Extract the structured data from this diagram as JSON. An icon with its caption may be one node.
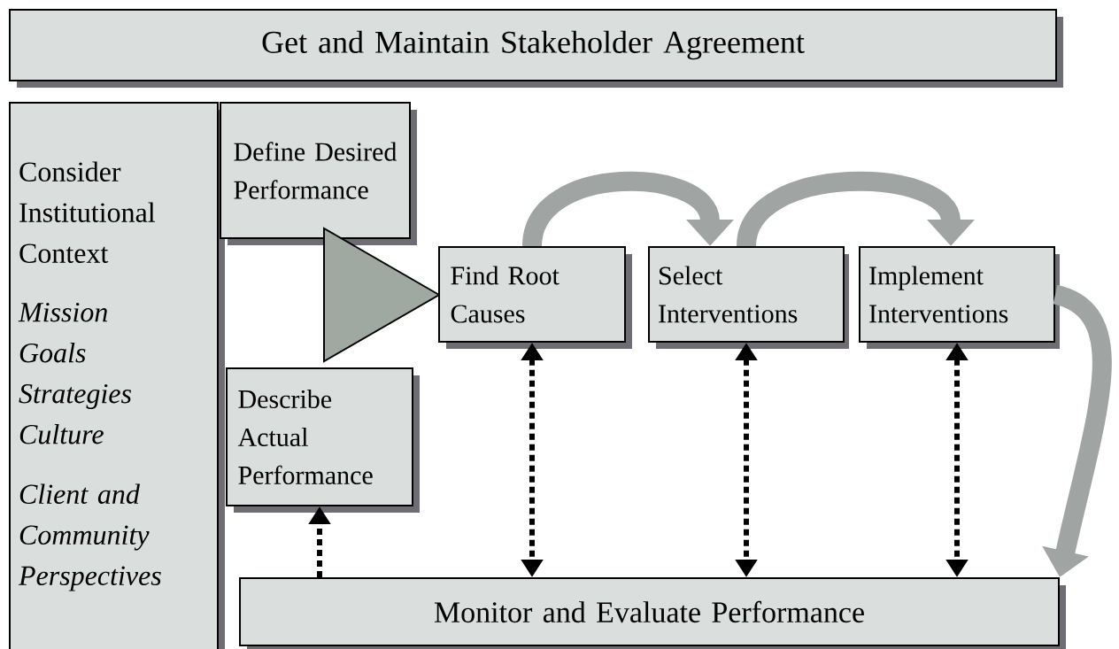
{
  "diagram": {
    "nodes": [
      {
        "text": [
          "Get and Maintain Stakeholder Agreement"
        ]
      },
      {
        "text": [
          "Consider Institutional Context",
          "Mission Goals Strategies Culture",
          "Client and Community Perspectives"
        ]
      },
      {
        "text": [
          "Define Desired Performance"
        ]
      },
      {
        "text": [
          "Describe Actual Performance"
        ]
      },
      {
        "text": [],
        "shape": "triangle"
      },
      {
        "text": [
          "Find Root Causes"
        ]
      },
      {
        "text": [
          "Select Interventions"
        ]
      },
      {
        "text": [
          "Implement Interventions"
        ]
      },
      {
        "text": [
          "Monitor and Evaluate Performance"
        ]
      }
    ],
    "edges": [
      {
        "from": 5,
        "to": 6,
        "arrow": "to",
        "style": "thick",
        "color": "#a0a4a2"
      },
      {
        "from": 6,
        "to": 7,
        "arrow": "to",
        "style": "thick",
        "color": "#a0a4a2"
      },
      {
        "from": 7,
        "to": 8,
        "arrow": "to",
        "style": "thick",
        "color": "#a0a4a2"
      },
      {
        "from": 5,
        "to": 8,
        "arrow": "both",
        "style": "dashed"
      },
      {
        "from": 6,
        "to": 8,
        "arrow": "both",
        "style": "dashed"
      },
      {
        "from": 7,
        "to": 8,
        "arrow": "both",
        "style": "dashed"
      },
      {
        "from": 8,
        "to": 3,
        "arrow": "to",
        "style": "dashed"
      }
    ]
  }
}
